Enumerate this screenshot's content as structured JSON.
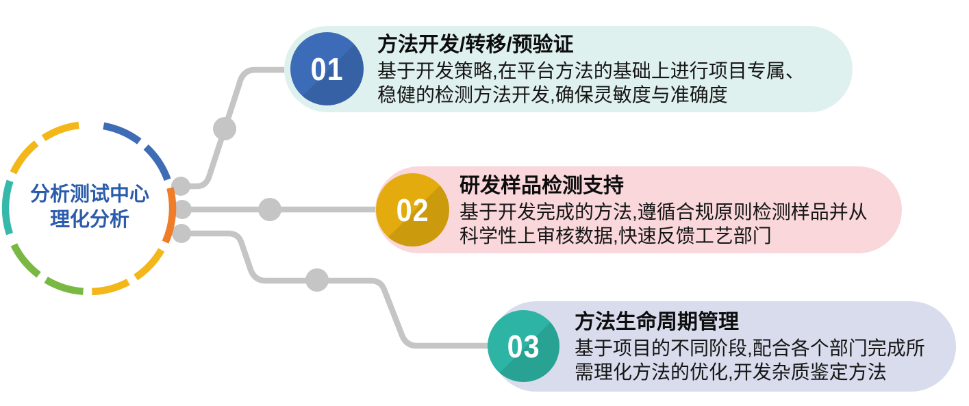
{
  "hub": {
    "line1": "分析测试中心",
    "line2": "理化分析",
    "text_color": "#2b5cab",
    "ring_segments": [
      {
        "from": 10,
        "to": 37,
        "color": "#3e6cb5"
      },
      {
        "from": 43,
        "to": 70,
        "color": "#3e6cb5"
      },
      {
        "from": 76,
        "to": 114,
        "color": "#ee7c28"
      },
      {
        "from": 120,
        "to": 146,
        "color": "#f3b71a"
      },
      {
        "from": 152,
        "to": 178,
        "color": "#f3b71a"
      },
      {
        "from": 184,
        "to": 211,
        "color": "#7ab844"
      },
      {
        "from": 217,
        "to": 244,
        "color": "#7ab844"
      },
      {
        "from": 252,
        "to": 289,
        "color": "#36b9ab"
      },
      {
        "from": 295,
        "to": 321,
        "color": "#f3b71a"
      },
      {
        "from": 327,
        "to": 353,
        "color": "#f3b71a"
      }
    ]
  },
  "connectors": {
    "color": "#c5c5c6"
  },
  "items": [
    {
      "number": "01",
      "title": "方法开发/转移/预验证",
      "body_line1": "基于开发策略,在平台方法的基础上进行项目专属、",
      "body_line2": "稳健的检测方法开发,确保灵敏度与准确度",
      "circle_color": "#3c6cb7",
      "pill_color": "#dff1ee"
    },
    {
      "number": "02",
      "title": "研发样品检测支持",
      "body_line1": "基于开发完成的方法,遵循合规原则检测样品并从",
      "body_line2": "科学性上审核数据,快速反馈工艺部门",
      "circle_color": "#e3ab0e",
      "pill_color": "#f9d7db"
    },
    {
      "number": "03",
      "title": "方法生命周期管理",
      "body_line1": "基于项目的不同阶段,配合各个部门完成所",
      "body_line2": "需理化方法的优化,开发杂质鉴定方法",
      "circle_color": "#2db4a4",
      "pill_color": "#d8dcec"
    }
  ]
}
